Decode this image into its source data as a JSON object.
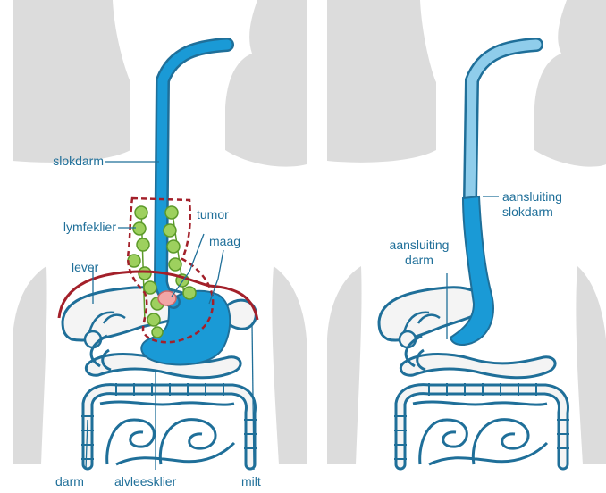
{
  "colors": {
    "body_silhouette": "#dcdcdc",
    "organ_outline": "#1f6f99",
    "organ_fill": "#f4f4f4",
    "esophagus_stomach": "#1a9ad6",
    "esophagus_light": "#8fcdeb",
    "lymph_node": "#9dd05e",
    "resection_border": "#a3202a",
    "tumor": "#f2a6a6",
    "label_text": "#1f6f99",
    "leader_line": "#1f6f99"
  },
  "panels": [
    {
      "id": "before",
      "labels": {
        "esophagus": "slokdarm",
        "lymph_node": "lymfeklier",
        "tumor": "tumor",
        "stomach": "maag",
        "liver": "lever",
        "intestine": "darm",
        "pancreas": "alvleesklier",
        "spleen": "milt"
      }
    },
    {
      "id": "after",
      "labels": {
        "esophagus_connection": "aansluiting\nslokdarm",
        "intestine_connection": "aansluiting\ndarm"
      }
    }
  ]
}
